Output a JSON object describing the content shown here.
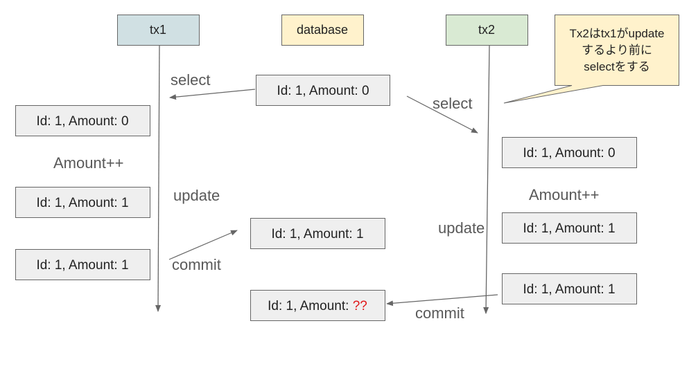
{
  "colors": {
    "tx1_header": "#d0e0e3",
    "database_header": "#fff2cc",
    "tx2_header": "#d9ead3",
    "record_box": "#efefef",
    "callout": "#fff2cc",
    "unknown_value": "#e0181a",
    "line": "#666666"
  },
  "headers": {
    "tx1": "tx1",
    "database": "database",
    "tx2": "tx2"
  },
  "callout": {
    "line1": "Tx2はtx1がupdate",
    "line2": "するより前に",
    "line3": "selectをする"
  },
  "tx1": {
    "selected_record": "Id: 1, Amount: 0",
    "increment_label": "Amount++",
    "updated_record": "Id: 1, Amount: 1",
    "committed_record": "Id: 1, Amount: 1"
  },
  "database": {
    "initial_record": "Id: 1, Amount: 0",
    "after_tx1_record": "Id: 1, Amount: 1",
    "final_record_prefix": "Id: 1, Amount: ",
    "final_record_unknown": "??"
  },
  "tx2": {
    "selected_record": "Id: 1, Amount: 0",
    "increment_label": "Amount++",
    "updated_record": "Id: 1, Amount: 1",
    "committed_record": "Id: 1, Amount: 1"
  },
  "arrows": {
    "tx1_select": "select",
    "tx1_update": "update",
    "tx1_commit": "commit",
    "tx2_select": "select",
    "tx2_update": "update",
    "tx2_commit": "commit"
  }
}
